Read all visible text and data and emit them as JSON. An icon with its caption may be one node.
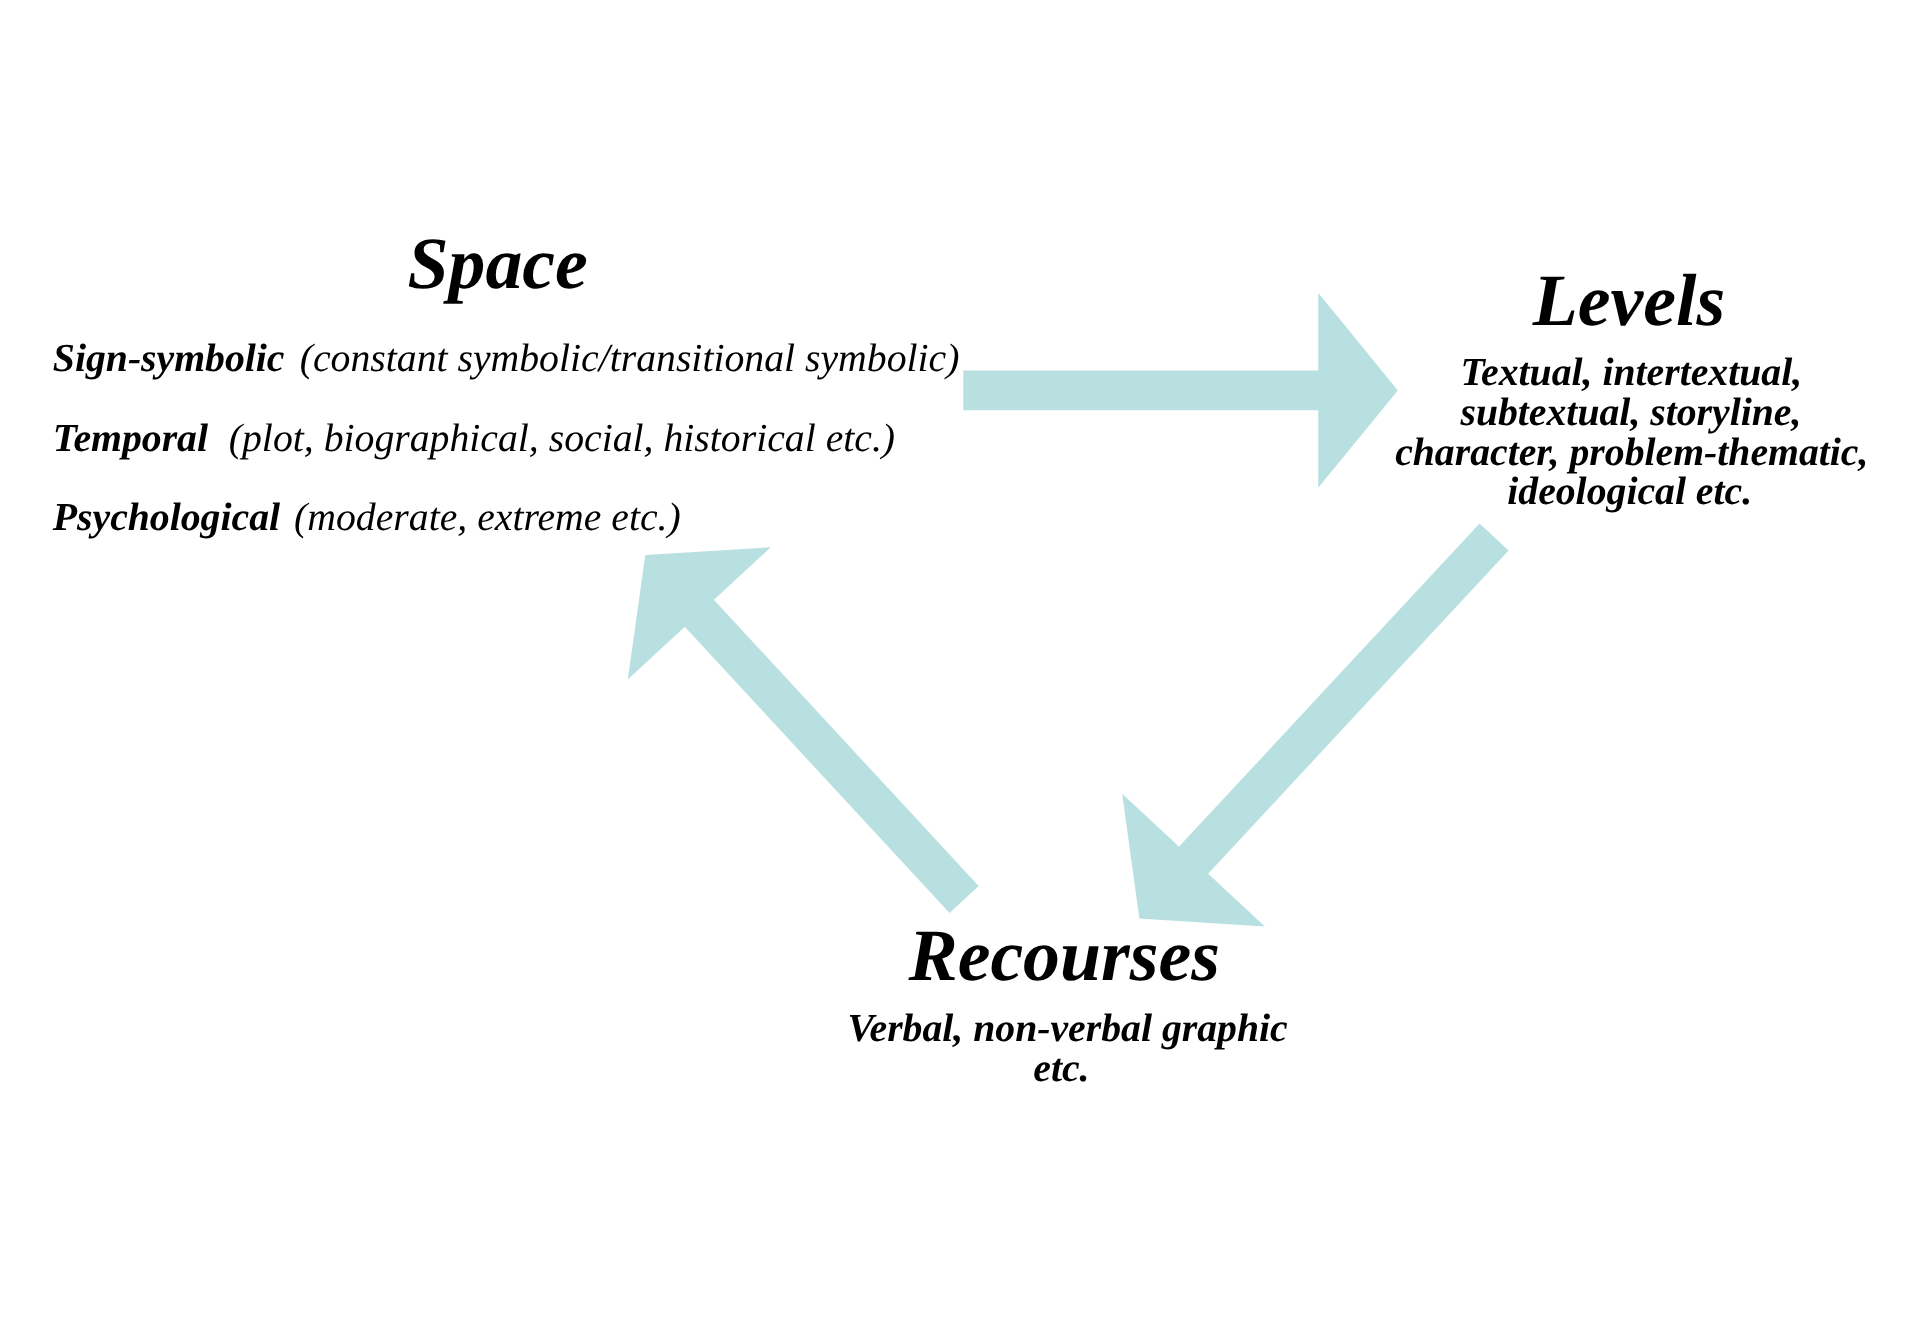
{
  "diagram": {
    "nodes": [
      {
        "text": [
          "Space",
          "**Sign-symbolic** (constant symbolic/transitional symbolic)",
          "**Temporal** (plot, biographical, social, historical etc.)",
          "**Psychological** (moderate, extreme etc.)"
        ]
      },
      {
        "text": [
          "Levels",
          "Textual, intertextual, subtextual, storyline, character, problem-thematic, ideological etc."
        ]
      },
      {
        "text": [
          "Recourses",
          "Verbal, non-verbal graphic etc."
        ]
      }
    ],
    "edges": [
      {
        "from": 0,
        "to": 1,
        "arrow": "to"
      },
      {
        "from": 1,
        "to": 2,
        "arrow": "to"
      },
      {
        "from": 2,
        "to": 0,
        "arrow": "to"
      }
    ]
  }
}
